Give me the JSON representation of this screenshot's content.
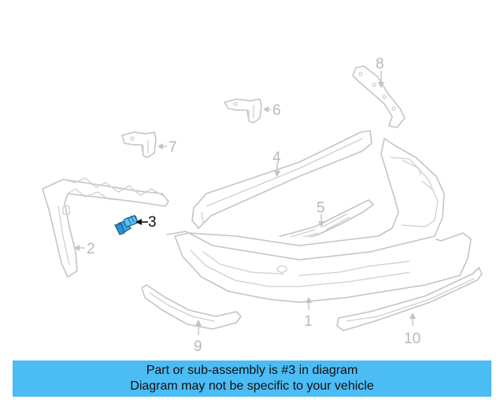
{
  "diagram": {
    "highlight_color": "#3aa7e6",
    "callouts": [
      {
        "id": "1",
        "label": "1"
      },
      {
        "id": "2",
        "label": "2"
      },
      {
        "id": "3",
        "label": "3",
        "highlighted": true
      },
      {
        "id": "4",
        "label": "4"
      },
      {
        "id": "5",
        "label": "5"
      },
      {
        "id": "6",
        "label": "6"
      },
      {
        "id": "7",
        "label": "7"
      },
      {
        "id": "8",
        "label": "8"
      },
      {
        "id": "9",
        "label": "9"
      },
      {
        "id": "10",
        "label": "10"
      }
    ]
  },
  "banner": {
    "background": "#4cbcf4",
    "line1": "Part or sub-assembly is #3 in diagram",
    "line2": "Diagram may not be specific to your vehicle"
  }
}
